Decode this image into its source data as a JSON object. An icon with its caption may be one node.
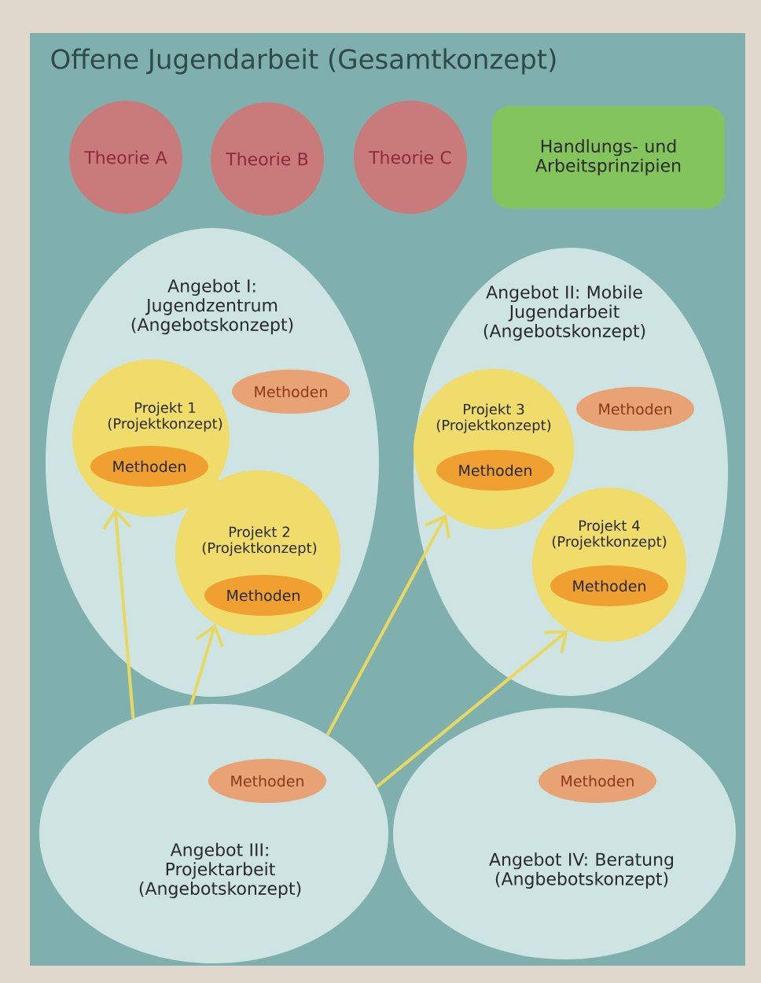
{
  "diagram": {
    "nodes": [
      {
        "text": [
          "Offene Jugendarbeit (Gesamtkonzept)"
        ]
      },
      {
        "text": [
          "Theorie A"
        ],
        "in": 0
      },
      {
        "text": [
          "Theorie B"
        ],
        "in": 0
      },
      {
        "text": [
          "Theorie C"
        ],
        "in": 0
      },
      {
        "text": [
          "Handlungs- und Arbeitsprinzipien"
        ],
        "in": 0
      },
      {
        "text": [
          "Angebot I: Jugendzentrum (Angebotskonzept)"
        ],
        "in": 0
      },
      {
        "text": [
          "Projekt 1 (Projektkonzept)"
        ],
        "in": 5
      },
      {
        "text": [
          "Methoden"
        ],
        "in": 6
      },
      {
        "text": [
          "Methoden"
        ],
        "in": 5
      },
      {
        "text": [
          "Projekt 2 (Projektkonzept)"
        ],
        "in": 5
      },
      {
        "text": [
          "Methoden"
        ],
        "in": 9
      },
      {
        "text": [
          "Angebot II: Mobile Jugendarbeit (Angebotskonzept)"
        ],
        "in": 0
      },
      {
        "text": [
          "Projekt 3 (Projektkonzept)"
        ],
        "in": 11
      },
      {
        "text": [
          "Methoden"
        ],
        "in": 12
      },
      {
        "text": [
          "Methoden"
        ],
        "in": 11
      },
      {
        "text": [
          "Projekt 4 (Projektkonzept)"
        ],
        "in": 11
      },
      {
        "text": [
          "Methoden"
        ],
        "in": 15
      },
      {
        "text": [
          "Angebot III: Projektarbeit (Angebotskonzept)"
        ],
        "in": 0
      },
      {
        "text": [
          "Methoden"
        ],
        "in": 17
      },
      {
        "text": [
          "Angebot IV: Beratung (Angbebotskonzept)"
        ],
        "in": 0
      },
      {
        "text": [
          "Methoden"
        ],
        "in": 19
      }
    ],
    "edges": [
      {
        "from": 17,
        "to": 6,
        "arrow": "to"
      },
      {
        "from": 17,
        "to": 9,
        "arrow": "to"
      },
      {
        "from": 17,
        "to": 12,
        "arrow": "to"
      },
      {
        "from": 17,
        "to": 15,
        "arrow": "to"
      }
    ]
  }
}
